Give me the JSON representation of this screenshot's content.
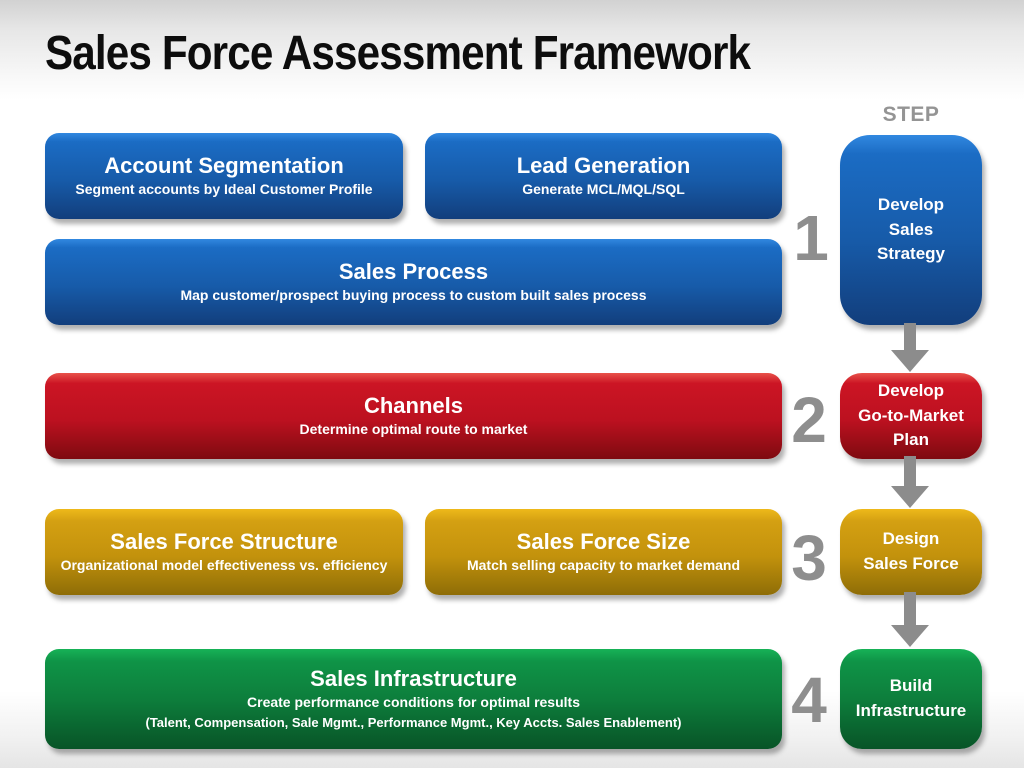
{
  "title": "Sales Force Assessment Framework",
  "step_column": {
    "header": "STEP",
    "steps": [
      {
        "number": "1",
        "label": "Develop\nSales\nStrategy",
        "color": "#1565c0"
      },
      {
        "number": "2",
        "label": "Develop\nGo-to-Market\nPlan",
        "color": "#c01020"
      },
      {
        "number": "3",
        "label": "Design\nSales Force",
        "color": "#c9980f"
      },
      {
        "number": "4",
        "label": "Build\nInfrastructure",
        "color": "#0e8040"
      }
    ]
  },
  "boxes": [
    {
      "title": "Account Segmentation",
      "subtitle": "Segment accounts by Ideal Customer Profile",
      "color": "#1565c0"
    },
    {
      "title": "Lead Generation",
      "subtitle": "Generate MCL/MQL/SQL",
      "color": "#1565c0"
    },
    {
      "title": "Sales Process",
      "subtitle": "Map customer/prospect buying process to custom built sales process",
      "color": "#1565c0"
    },
    {
      "title": "Channels",
      "subtitle": "Determine optimal route to market",
      "color": "#c01020"
    },
    {
      "title": "Sales Force Structure",
      "subtitle": "Organizational model effectiveness vs. efficiency",
      "color": "#c9980f"
    },
    {
      "title": "Sales Force Size",
      "subtitle": "Match selling capacity to market demand",
      "color": "#c9980f"
    },
    {
      "title": "Sales Infrastructure",
      "subtitle": "Create performance conditions for optimal results",
      "subtitle2": "(Talent, Compensation, Sale Mgmt., Performance Mgmt., Key Accts. Sales Enablement)",
      "color": "#0e8040"
    }
  ],
  "colors": {
    "blue": "#1565c0",
    "red": "#c01020",
    "gold": "#c9980f",
    "green": "#0e8040",
    "arrow_gray": "#8c8c8c",
    "step_number_gray": "#8e8e8e",
    "title_text": "#0d0d0d"
  }
}
